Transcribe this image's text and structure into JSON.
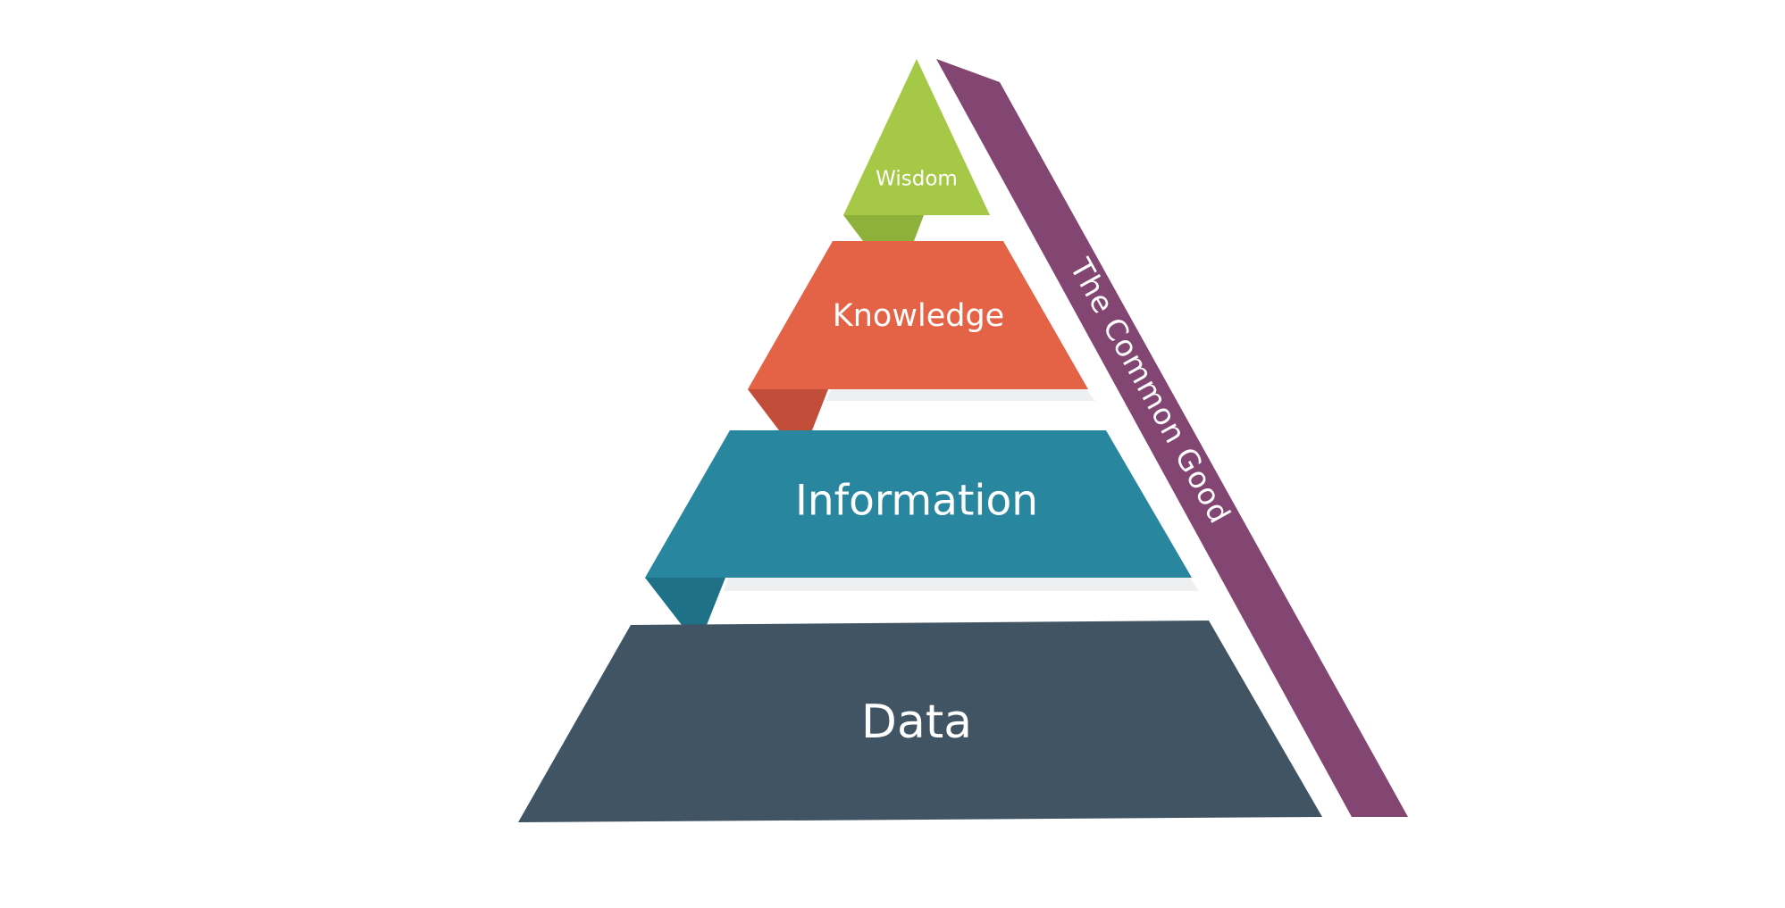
{
  "pyramid": {
    "tiers": [
      {
        "label": "Wisdom"
      },
      {
        "label": "Knowledge"
      },
      {
        "label": "Information"
      },
      {
        "label": "Data"
      }
    ],
    "side_band": {
      "label": "The Common Good"
    }
  },
  "colors": {
    "wisdom": "#a5c946",
    "wisdom_fold": "#8db13b",
    "knowledge": "#e46245",
    "knowledge_fold": "#c24e39",
    "information": "#28869f",
    "information_fold": "#1f7187",
    "data": "#405464",
    "side_band": "#834672",
    "shadow": "#eeeff1"
  }
}
